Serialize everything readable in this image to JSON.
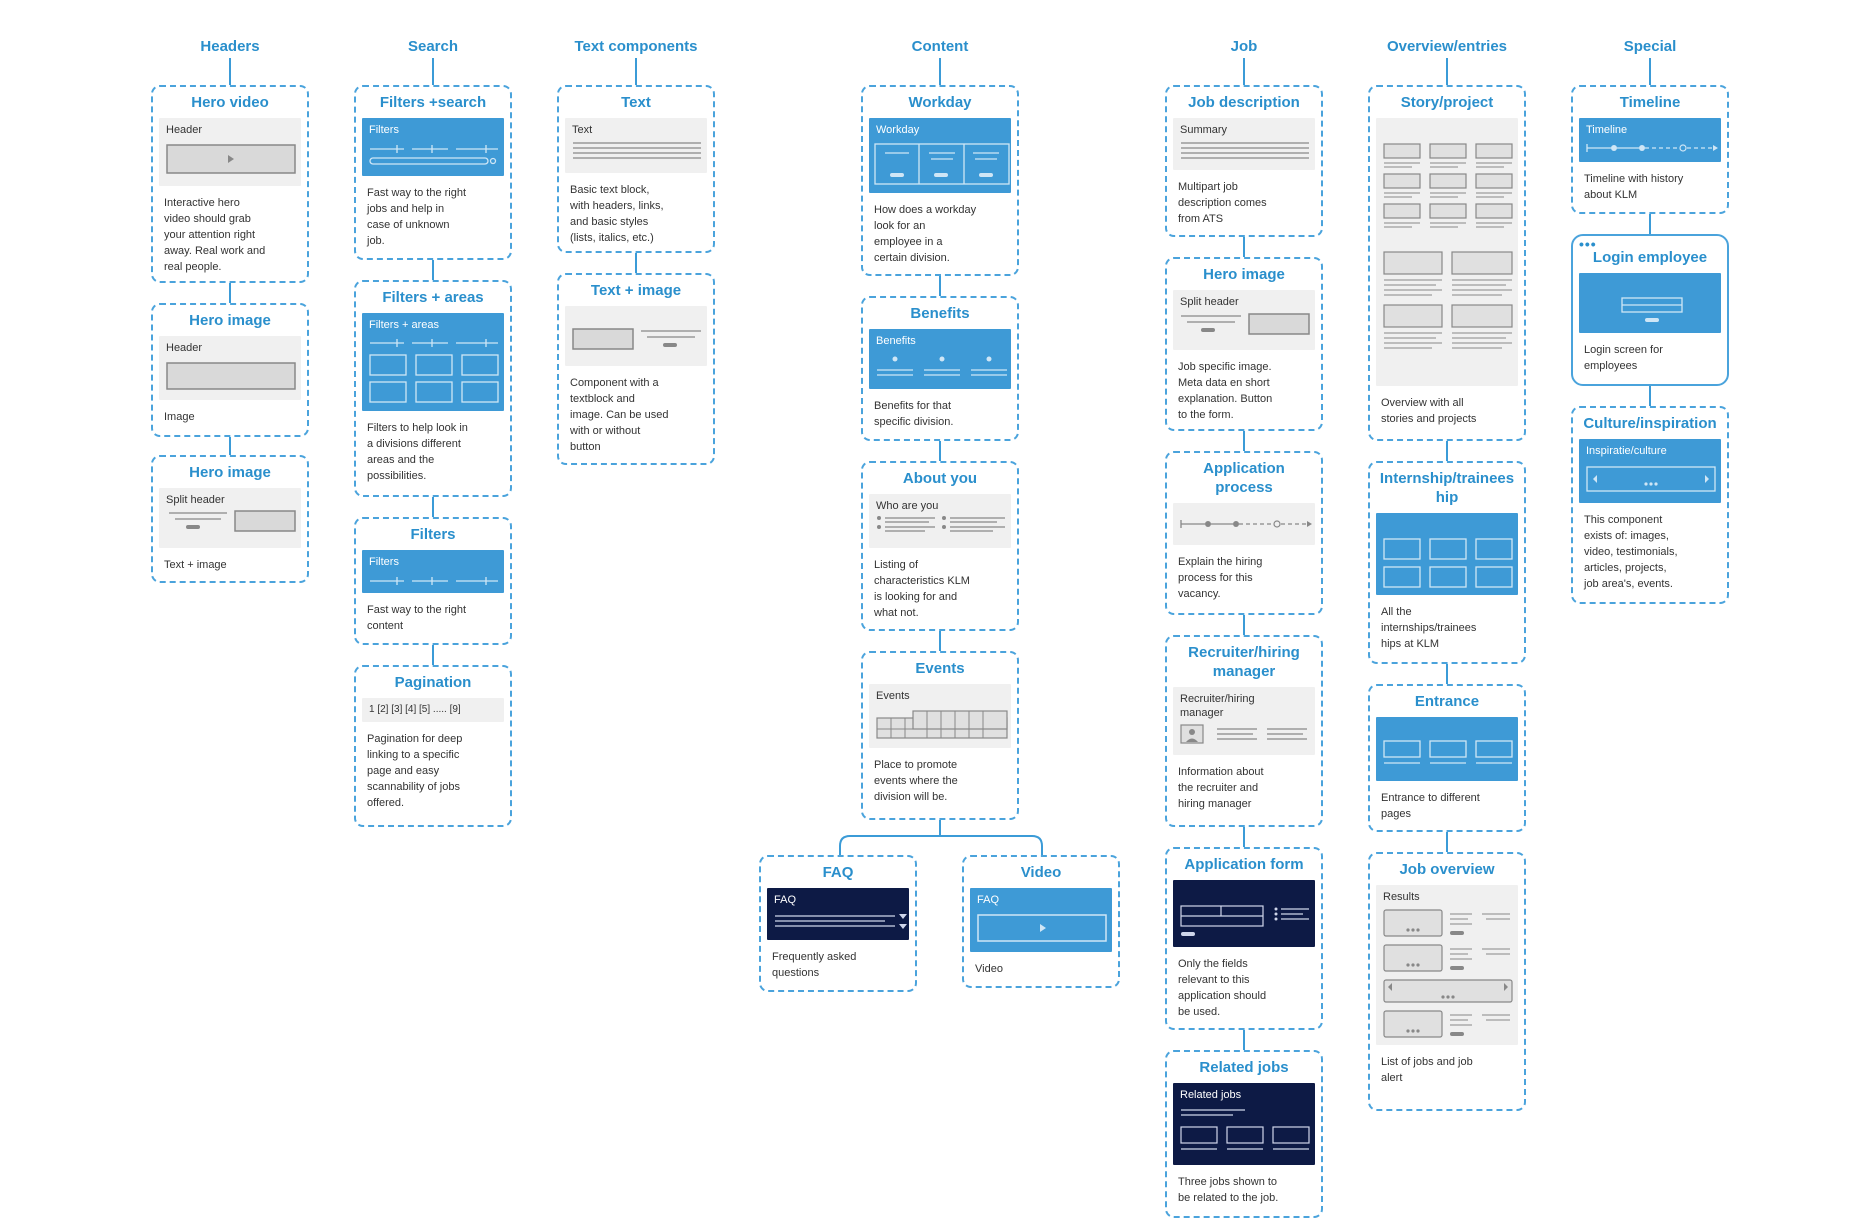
{
  "columns": [
    {
      "title": "Headers",
      "cards": [
        {
          "title": "Hero video",
          "frame": "Header",
          "desc": "Interactive hero\nvideo should grab\nyour attention right\naway. Real work and\nreal people."
        },
        {
          "title": "Hero image",
          "frame": "Header",
          "desc": "Image"
        },
        {
          "title": "Hero image",
          "frame": "Split header",
          "desc": "Text + image"
        }
      ]
    },
    {
      "title": "Search",
      "cards": [
        {
          "title": "Filters +search",
          "frame": "Filters",
          "desc": "Fast way to the right\njobs and help in\ncase of unknown\njob."
        },
        {
          "title": "Filters + areas",
          "frame": "Filters + areas",
          "desc": "Filters to help look in\na divisions different\nareas and the\npossibilities."
        },
        {
          "title": "Filters",
          "frame": "Filters",
          "desc": "Fast way to the right\ncontent"
        },
        {
          "title": "Pagination",
          "frame": "1 [2] [3] [4] [5] ..... [9]",
          "desc": "Pagination for deep\nlinking to a specific\npage and easy\nscannability of jobs\noffered."
        }
      ]
    },
    {
      "title": "Text components",
      "cards": [
        {
          "title": "Text",
          "frame": "Text",
          "desc": "Basic text block,\nwith headers, links,\nand basic styles\n(lists, italics, etc.)"
        },
        {
          "title": "Text + image",
          "frame": "",
          "desc": "Component with a\ntextblock and\nimage. Can be used\nwith or without\nbutton"
        }
      ]
    },
    {
      "title": "Content",
      "cards": [
        {
          "title": "Workday",
          "frame": "Workday",
          "desc": "How does a workday\nlook for an\nemployee in a\ncertain division."
        },
        {
          "title": "Benefits",
          "frame": "Benefits",
          "desc": "Benefits for that\nspecific division."
        },
        {
          "title": "About you",
          "frame": "Who are you",
          "desc": "Listing of\ncharacteristics KLM\nis looking for and\nwhat not."
        },
        {
          "title": "Events",
          "frame": "Events",
          "desc": "Place to promote\nevents where the\ndivision will be."
        },
        {
          "title": "FAQ",
          "frame": "FAQ",
          "desc": "Frequently asked\nquestions"
        },
        {
          "title": "Video",
          "frame": "FAQ",
          "desc": "Video"
        }
      ]
    },
    {
      "title": "Job",
      "cards": [
        {
          "title": "Job description",
          "frame": "Summary",
          "desc": "Multipart job\ndescription comes\nfrom ATS"
        },
        {
          "title": "Hero image",
          "frame": "Split header",
          "desc": "Job specific image.\nMeta data en short\nexplanation. Button\nto the form."
        },
        {
          "title": "Application\nprocess",
          "frame": "",
          "desc": "Explain the hiring\nprocess for this\nvacancy."
        },
        {
          "title": "Recruiter/hiring\nmanager",
          "frame": "Recruiter/hiring\nmanager",
          "desc": "Information about\nthe recruiter and\nhiring manager"
        },
        {
          "title": "Application form",
          "frame": "",
          "desc": "Only the fields\nrelevant to this\napplication should\nbe used."
        },
        {
          "title": "Related jobs",
          "frame": "Related jobs",
          "desc": "Three jobs shown to\nbe related to the job."
        }
      ]
    },
    {
      "title": "Overview/entries",
      "cards": [
        {
          "title": "Story/project",
          "frame": "",
          "desc": "Overview with all\nstories and projects"
        },
        {
          "title": "Internship/trainees\nhip",
          "frame": "",
          "desc": "All the\ninternships/trainees\nhips at KLM"
        },
        {
          "title": "Entrance",
          "frame": "",
          "desc": "Entrance to different\npages"
        },
        {
          "title": "Job overview",
          "frame": "Results",
          "desc": "List of jobs and job\nalert"
        }
      ]
    },
    {
      "title": "Special",
      "cards": [
        {
          "title": "Timeline",
          "frame": "Timeline",
          "desc": "Timeline with history\nabout KLM"
        },
        {
          "title": "Login employee",
          "frame": "",
          "desc": "Login screen for\nemployees"
        },
        {
          "title": "Culture/inspiration",
          "frame": "Inspiratie/culture",
          "desc": "This component\nexists of: images,\nvideo, testimonials,\narticles, projects,\njob area's, events."
        }
      ]
    }
  ],
  "colors": {
    "accent": "#2a8fcc",
    "frame_blue": "#3e9ad6",
    "navy": "#0d1a45",
    "gray": "#f0f0f0"
  }
}
